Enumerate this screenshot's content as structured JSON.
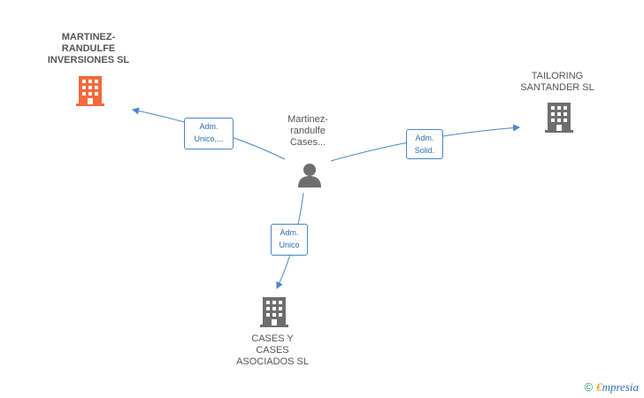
{
  "center_person": {
    "name_lines": [
      "Martinez-",
      "randulfe",
      "Cases..."
    ],
    "icon": "person-icon"
  },
  "companies": [
    {
      "id": "martinez",
      "lines": [
        "MARTINEZ-",
        "RANDULFE",
        "INVERSIONES SL"
      ],
      "icon": "building-icon",
      "color": "#f26a3d",
      "highlight": true
    },
    {
      "id": "tailoring",
      "lines": [
        "TAILORING",
        "SANTANDER SL"
      ],
      "icon": "building-icon",
      "color": "#6e6e6e",
      "highlight": false
    },
    {
      "id": "cases",
      "lines": [
        "CASES Y",
        "CASES",
        "ASOCIADOS SL"
      ],
      "icon": "building-icon",
      "color": "#6e6e6e",
      "highlight": false
    }
  ],
  "relations": [
    {
      "to": "martinez",
      "lines": [
        "Adm.",
        "Unico,..."
      ]
    },
    {
      "to": "tailoring",
      "lines": [
        "Adm.",
        "Solid."
      ]
    },
    {
      "to": "cases",
      "lines": [
        "Adm.",
        "Unico"
      ]
    }
  ],
  "colors": {
    "edge": "#4a86c8",
    "building_gray": "#6e6e6e",
    "building_highlight": "#f26a3d",
    "person": "#6e6e6e"
  },
  "footer": {
    "copyright_symbol": "©",
    "brand_e": "€",
    "brand_rest": "mpresia"
  }
}
